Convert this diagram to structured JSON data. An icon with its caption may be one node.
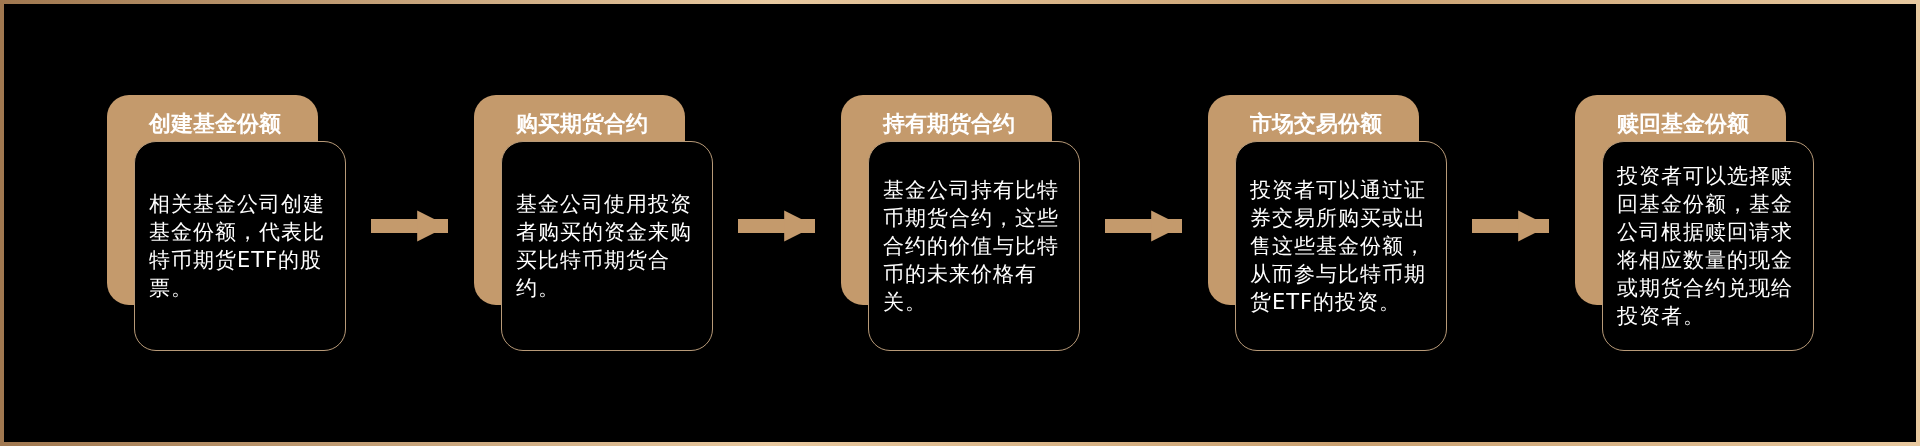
{
  "diagram": {
    "nodes": [
      {
        "text": [
          "创建基金份额",
          "相关基金公司创建基金份额，代表比特币期货ETF的股票。"
        ]
      },
      {
        "text": [
          "购买期货合约",
          "基金公司使用投资者购买的资金来购买比特币期货合约。"
        ]
      },
      {
        "text": [
          "持有期货合约",
          "基金公司持有比特币期货合约，这些合约的价值与比特币的未来价格有关。"
        ]
      },
      {
        "text": [
          "市场交易份额",
          "投资者可以通过证券交易所购买或出售这些基金份额，从而参与比特币期货ETF的投资。"
        ]
      },
      {
        "text": [
          "赎回基金份额",
          "投资者可以选择赎回基金份额，基金公司根据赎回请求将相应数量的现金或期货合约兑现给投资者。"
        ]
      }
    ],
    "edges": [
      {
        "from": 0,
        "to": 1,
        "arrow": "to"
      },
      {
        "from": 1,
        "to": 2,
        "arrow": "to"
      },
      {
        "from": 2,
        "to": 3,
        "arrow": "to"
      },
      {
        "from": 3,
        "to": 4,
        "arrow": "to"
      }
    ]
  }
}
